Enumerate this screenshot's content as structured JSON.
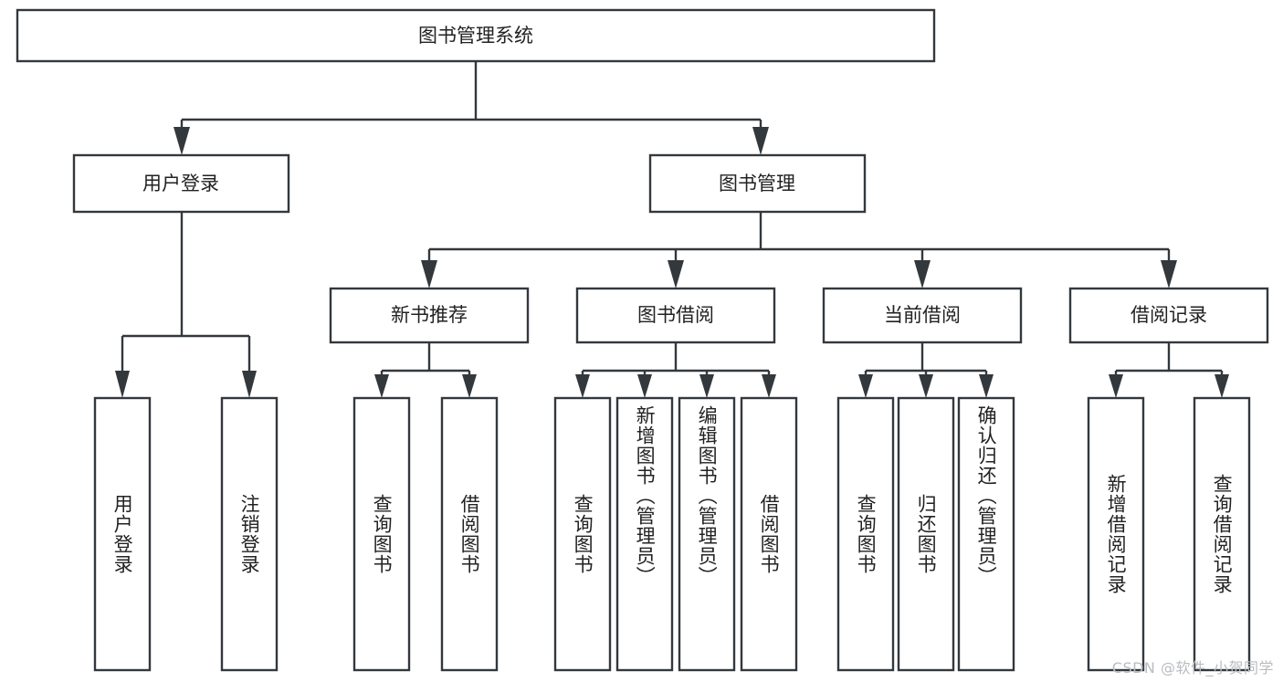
{
  "diagram": {
    "type": "tree-hierarchy-chart",
    "title_node": {
      "label": "图书管理系统"
    },
    "level2": [
      {
        "id": "user-login",
        "label": "用户登录"
      },
      {
        "id": "book-management",
        "label": "图书管理"
      }
    ],
    "level3": [
      {
        "id": "new-book-recommend",
        "label": "新书推荐",
        "parent": "book-management"
      },
      {
        "id": "book-borrow",
        "label": "图书借阅",
        "parent": "book-management"
      },
      {
        "id": "current-borrow",
        "label": "当前借阅",
        "parent": "book-management"
      },
      {
        "id": "borrow-record",
        "label": "借阅记录",
        "parent": "book-management"
      }
    ],
    "leaves": [
      {
        "id": "leaf-user-login",
        "label": "用户登录",
        "parent": "user-login"
      },
      {
        "id": "leaf-logout-login",
        "label": "注销登录",
        "parent": "user-login"
      },
      {
        "id": "leaf-query-book-1",
        "label": "查询图书",
        "parent": "new-book-recommend"
      },
      {
        "id": "leaf-borrow-book-1",
        "label": "借阅图书",
        "parent": "new-book-recommend"
      },
      {
        "id": "leaf-query-book-2",
        "label": "查询图书",
        "parent": "book-borrow"
      },
      {
        "id": "leaf-add-book",
        "label": "新增图书（管理员）",
        "parent": "book-borrow"
      },
      {
        "id": "leaf-edit-book",
        "label": "编辑图书（管理员）",
        "parent": "book-borrow"
      },
      {
        "id": "leaf-borrow-book-2",
        "label": "借阅图书",
        "parent": "book-borrow"
      },
      {
        "id": "leaf-query-book-3",
        "label": "查询图书",
        "parent": "current-borrow"
      },
      {
        "id": "leaf-return-book",
        "label": "归还图书",
        "parent": "current-borrow"
      },
      {
        "id": "leaf-confirm-return",
        "label": "确认归还（管理员）",
        "parent": "current-borrow"
      },
      {
        "id": "leaf-add-record",
        "label": "新增借阅记录",
        "parent": "borrow-record"
      },
      {
        "id": "leaf-query-record",
        "label": "查询借阅记录",
        "parent": "borrow-record"
      }
    ],
    "colors": {
      "stroke": "#33383d",
      "box_fill": "#ffffff",
      "text": "#222222",
      "background": "#ffffff",
      "watermark": "#b9bcc0"
    }
  },
  "watermark": {
    "text": "CSDN @软件_小贺同学"
  }
}
